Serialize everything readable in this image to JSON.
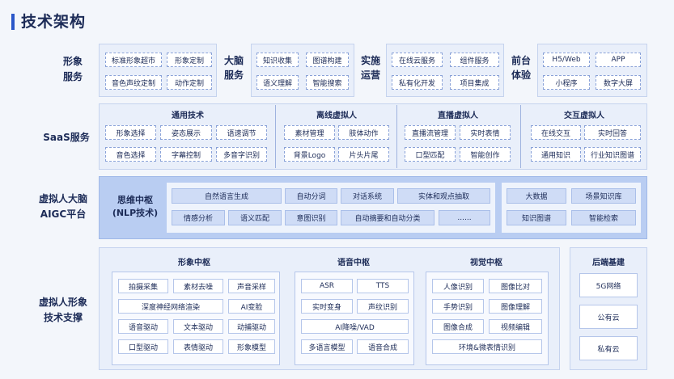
{
  "page_title": "技术架构",
  "rows": {
    "image_services": "形象\n服务",
    "saas": "SaaS服务",
    "brain": "虚拟人大脑\nAIGC平台",
    "tech": "虚拟人形象\n技术支撑"
  },
  "top": {
    "image": {
      "items": [
        "标准形象超市",
        "形象定制",
        "音色声纹定制",
        "动作定制"
      ]
    },
    "brain": {
      "label": "大脑\n服务",
      "items": [
        "知识收集",
        "图谱构建",
        "语义理解",
        "智能搜索"
      ]
    },
    "ops": {
      "label": "实施\n运营",
      "items": [
        "在线云服务",
        "组件服务",
        "私有化开发",
        "项目集成"
      ]
    },
    "front": {
      "label": "前台\n体验",
      "items": [
        "H5/Web",
        "APP",
        "小程序",
        "数字大屏"
      ]
    }
  },
  "saas": {
    "general": {
      "title": "通用技术",
      "items": [
        "形象选择",
        "姿态展示",
        "语速调节",
        "音色选择",
        "字幕控制",
        "多音字识别"
      ]
    },
    "offline": {
      "title": "离线虚拟人",
      "items": [
        "素材管理",
        "肢体动作",
        "背景Logo",
        "片头片尾"
      ]
    },
    "live": {
      "title": "直播虚拟人",
      "items": [
        "直播流管理",
        "实时表情",
        "口型匹配",
        "智能创作"
      ]
    },
    "interactive": {
      "title": "交互虚拟人",
      "items": [
        "在线交互",
        "实时回答",
        "通用知识",
        "行业知识图谱"
      ]
    }
  },
  "nlp": {
    "label": "思维中枢\n(NLP技术)",
    "row1": [
      "自然语言生成",
      "自动分词",
      "对话系统",
      "实体和观点抽取"
    ],
    "row2": [
      "情感分析",
      "语义匹配",
      "意图识别",
      "自动摘要和自动分类",
      "......"
    ],
    "right": [
      "大数据",
      "场景知识库",
      "知识图谱",
      "智能检索"
    ]
  },
  "tech": {
    "image_hub": {
      "title": "形象中枢",
      "items": [
        "拍摄采集",
        "素材去噪",
        "声音采样",
        "深度神经网络渲染",
        "AI变脸",
        "语音驱动",
        "文本驱动",
        "动捕驱动",
        "口型驱动",
        "表情驱动",
        "形象模型"
      ]
    },
    "voice_hub": {
      "title": "语音中枢",
      "items": [
        "ASR",
        "TTS",
        "实时变身",
        "声纹识别",
        "AI降噪/VAD",
        "多语言模型",
        "语音合成"
      ]
    },
    "vision_hub": {
      "title": "视觉中枢",
      "items": [
        "人像识别",
        "图像比对",
        "手势识别",
        "图像理解",
        "图像合成",
        "视频编辑",
        "环境&微表情识别"
      ]
    },
    "backend": {
      "title": "后端基建",
      "items": [
        "5G网络",
        "公有云",
        "私有云"
      ]
    }
  }
}
